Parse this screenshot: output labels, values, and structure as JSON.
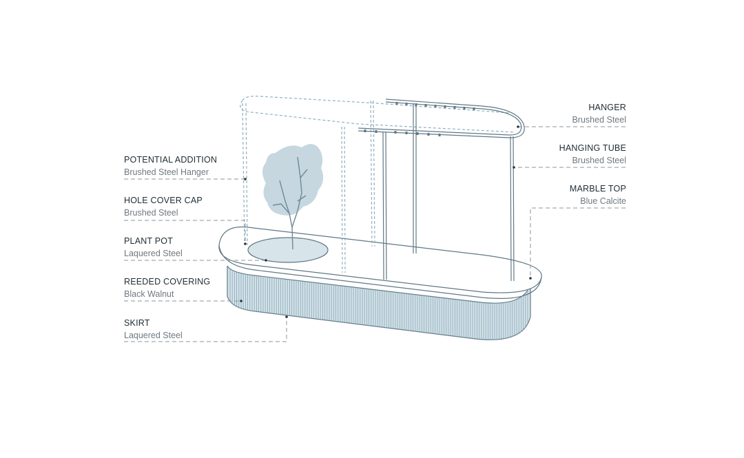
{
  "colors": {
    "stroke": "#5f7784",
    "leader": "#8a959c",
    "fill_light": "#d7e4ea",
    "fill_mid": "#b9ced7",
    "foliage": "#c6d7df",
    "ribs": "#8aa7b5",
    "text_title": "#1f2b33",
    "text_sub": "#6f7980"
  },
  "callouts": {
    "hanger": {
      "title": "HANGER",
      "material": "Brushed Steel"
    },
    "hanging_tube": {
      "title": "HANGING TUBE",
      "material": "Brushed Steel"
    },
    "marble_top": {
      "title": "MARBLE TOP",
      "material": "Blue Calcite"
    },
    "potential_addition": {
      "title": "POTENTIAL ADDITION",
      "material": "Brushed Steel Hanger"
    },
    "hole_cover_cap": {
      "title": "HOLE COVER CAP",
      "material": "Brushed Steel"
    },
    "plant_pot": {
      "title": "PLANT POT",
      "material": "Laquered Steel"
    },
    "reeded_covering": {
      "title": "REEDED COVERING",
      "material": "Black Walnut"
    },
    "skirt": {
      "title": "SKIRT",
      "material": "Laquered Steel"
    }
  }
}
